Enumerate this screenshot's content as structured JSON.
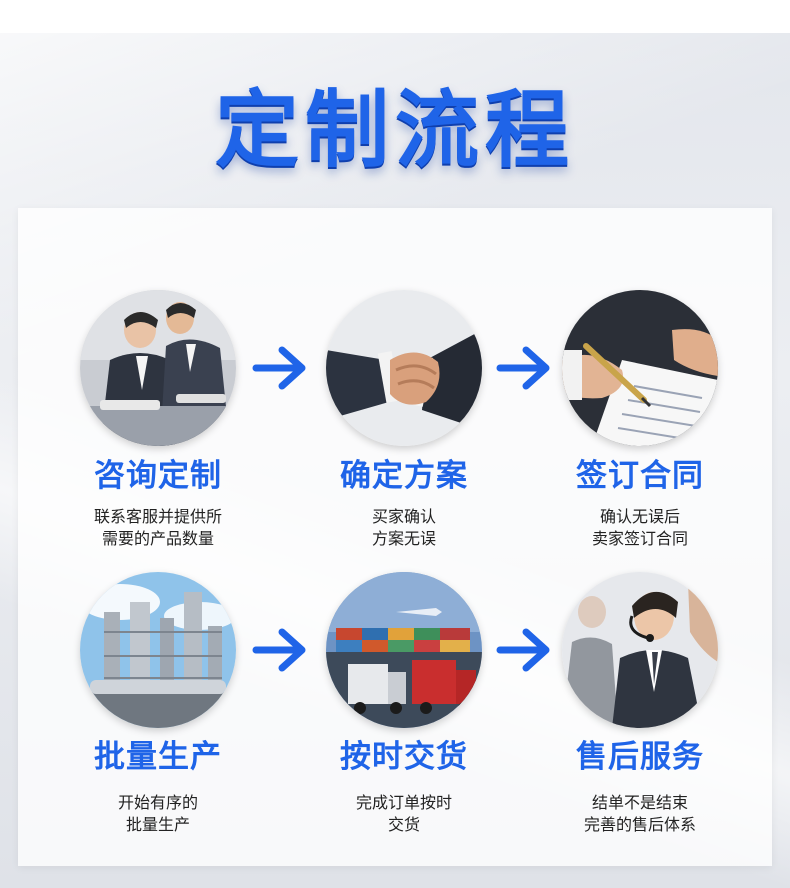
{
  "page": {
    "title": "定制流程"
  },
  "steps": [
    {
      "title": "咨询定制",
      "desc_line1": "联系客服并提供所",
      "desc_line2": "需要的产品数量",
      "image": "business-team-meeting"
    },
    {
      "title": "确定方案",
      "desc_line1": "买家确认",
      "desc_line2": "方案无误",
      "image": "handshake"
    },
    {
      "title": "签订合同",
      "desc_line1": "确认无误后",
      "desc_line2": "卖家签订合同",
      "image": "contract-signing"
    },
    {
      "title": "批量生产",
      "desc_line1": "开始有序的",
      "desc_line2": "批量生产",
      "image": "industrial-factory"
    },
    {
      "title": "按时交货",
      "desc_line1": "完成订单按时",
      "desc_line2": "交货",
      "image": "cargo-trucks-containers"
    },
    {
      "title": "售后服务",
      "desc_line1": "结单不是结束",
      "desc_line2": "完善的售后体系",
      "image": "customer-service-headset"
    }
  ],
  "colors": {
    "accent": "#1f64e8",
    "text": "#222222"
  },
  "icons": [
    "arrow-right-icon"
  ]
}
